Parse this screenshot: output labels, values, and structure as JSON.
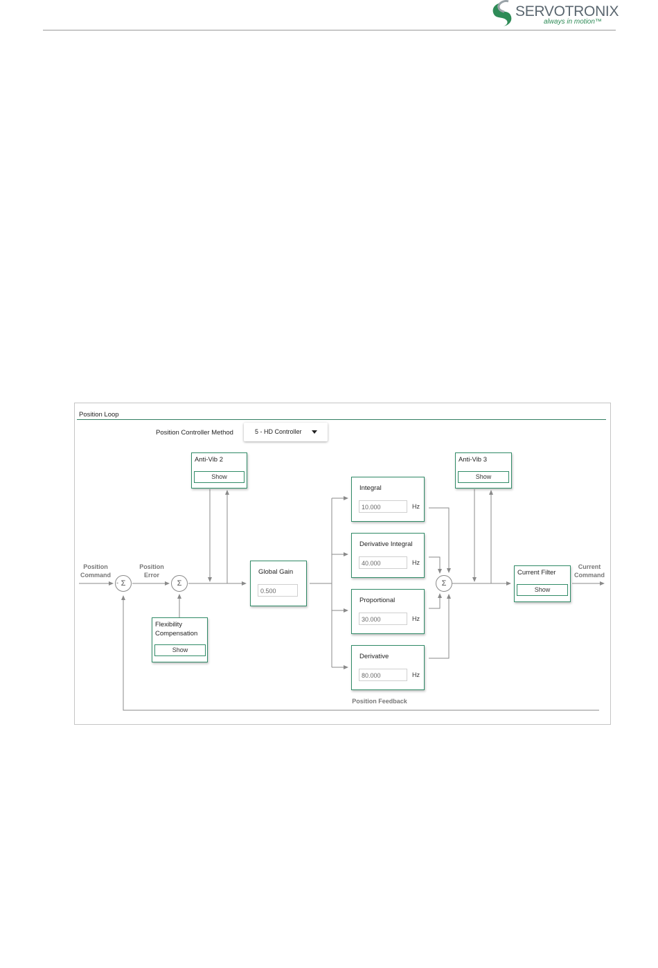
{
  "header": {
    "brand": "SERVOTRONIX",
    "tagline": "always in motion™"
  },
  "panel": {
    "title": "Position Loop",
    "method_label": "Position Controller Method",
    "method_value": "5 - HD Controller"
  },
  "blocks": {
    "antivib2": {
      "title": "Anti-Vib 2",
      "button": "Show"
    },
    "antivib3": {
      "title": "Anti-Vib 3",
      "button": "Show"
    },
    "flex": {
      "title_line1": "Flexibility",
      "title_line2": "Compensation",
      "button": "Show"
    },
    "global_gain": {
      "title": "Global Gain",
      "value": "0.500"
    },
    "integral": {
      "title": "Integral",
      "value": "10.000",
      "unit": "Hz"
    },
    "deriv_integral": {
      "title": "Derivative Integral",
      "value": "40.000",
      "unit": "Hz"
    },
    "proportional": {
      "title": "Proportional",
      "value": "30.000",
      "unit": "Hz"
    },
    "derivative": {
      "title": "Derivative",
      "value": "80.000",
      "unit": "Hz"
    },
    "current_filter": {
      "title": "Current Filter",
      "button": "Show"
    }
  },
  "labels": {
    "position_command_1": "Position",
    "position_command_2": "Command",
    "position_error_1": "Position",
    "position_error_2": "Error",
    "current_command_1": "Current",
    "current_command_2": "Command",
    "position_feedback": "Position Feedback"
  },
  "sum_symbol": "Σ",
  "minus_sign": "-",
  "colors": {
    "accent": "#2f8a66",
    "rule": "#2f7d60",
    "wire": "#8a8a8a",
    "label": "#777777"
  }
}
